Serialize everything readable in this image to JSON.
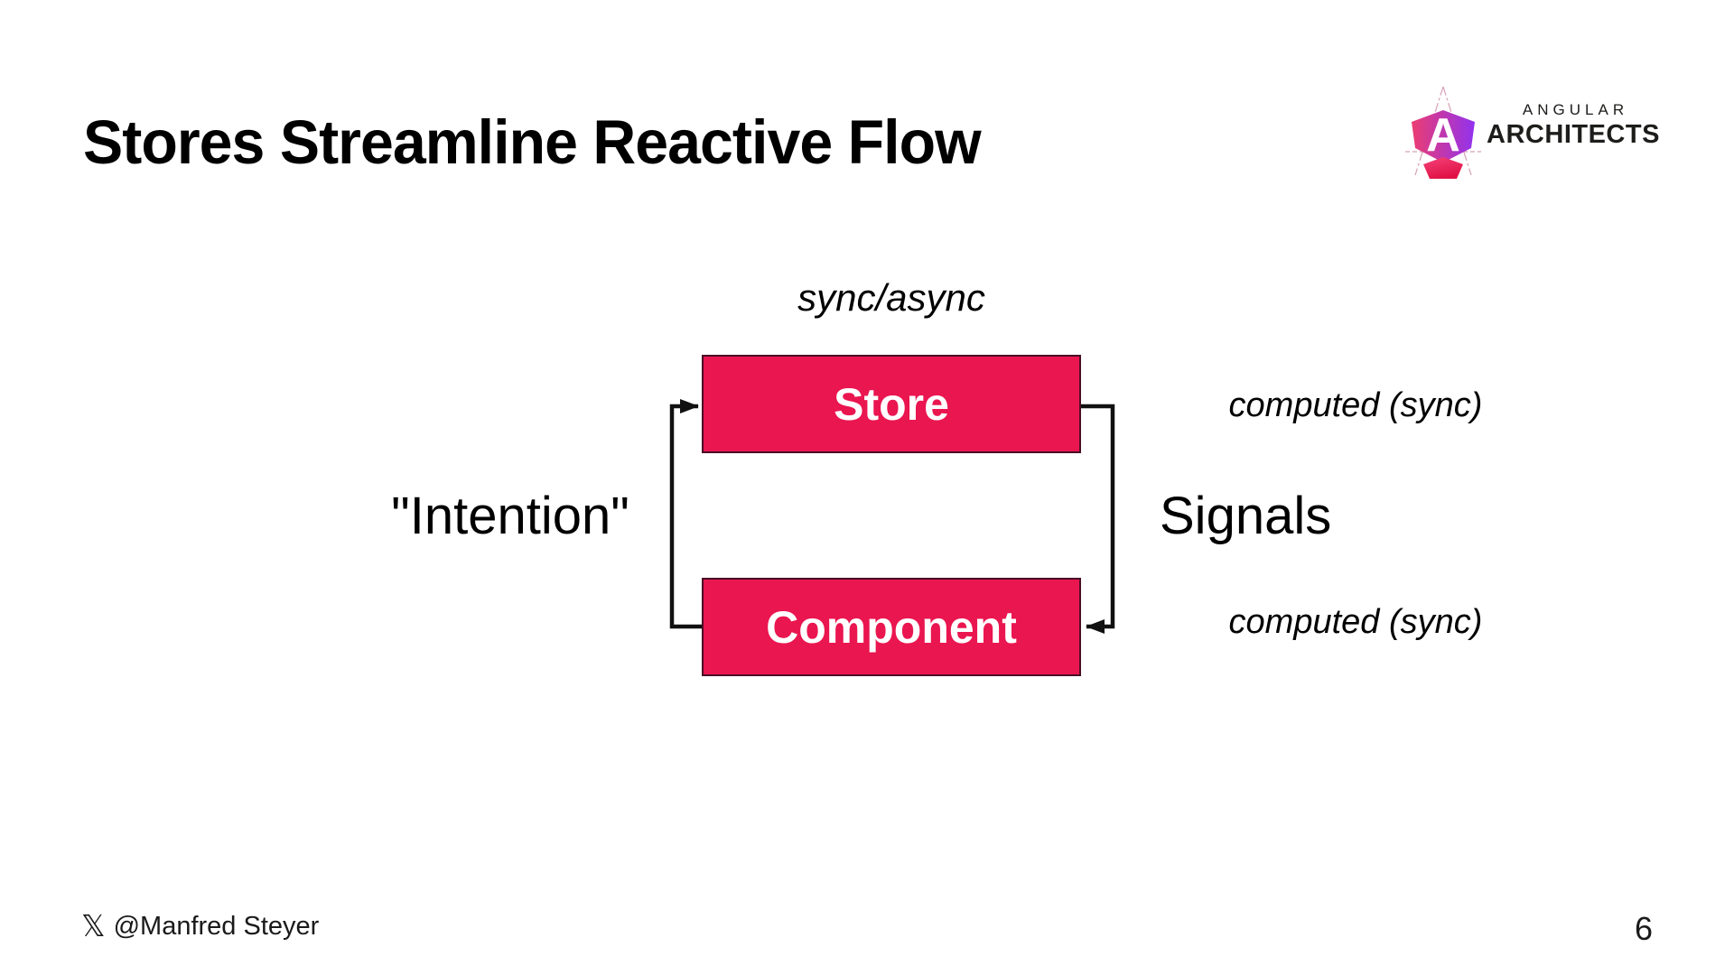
{
  "theme": {
    "slide_bg": "#FFFFFF",
    "text": "#000000",
    "box_fill": "#EA1650",
    "box_border": "#4A0E26",
    "arrow": "#111111",
    "logo_text": "#1D1D1B",
    "logo_pink": "#EC3D72",
    "logo_purple": "#9132EE",
    "logo_pent_top": "#F5437A",
    "logo_pent_bottom": "#E01246",
    "logo_guide": "#D5A0B5"
  },
  "slide": {
    "title": "Stores Streamline Reactive Flow",
    "page_number": "6"
  },
  "logo": {
    "brand_top": "ANGULAR",
    "brand_bottom": "ARCHITECTS",
    "mark_letter": "A"
  },
  "diagram": {
    "top_label": "sync/async",
    "store_label": "Store",
    "component_label": "Component",
    "left_label": "\"Intention\"",
    "right_label": "Signals",
    "computed_top_label": "computed (sync)",
    "computed_bottom_label": "computed (sync)"
  },
  "footer": {
    "x_icon_glyph": "𝕏",
    "x_handle": "@Manfred Steyer"
  }
}
